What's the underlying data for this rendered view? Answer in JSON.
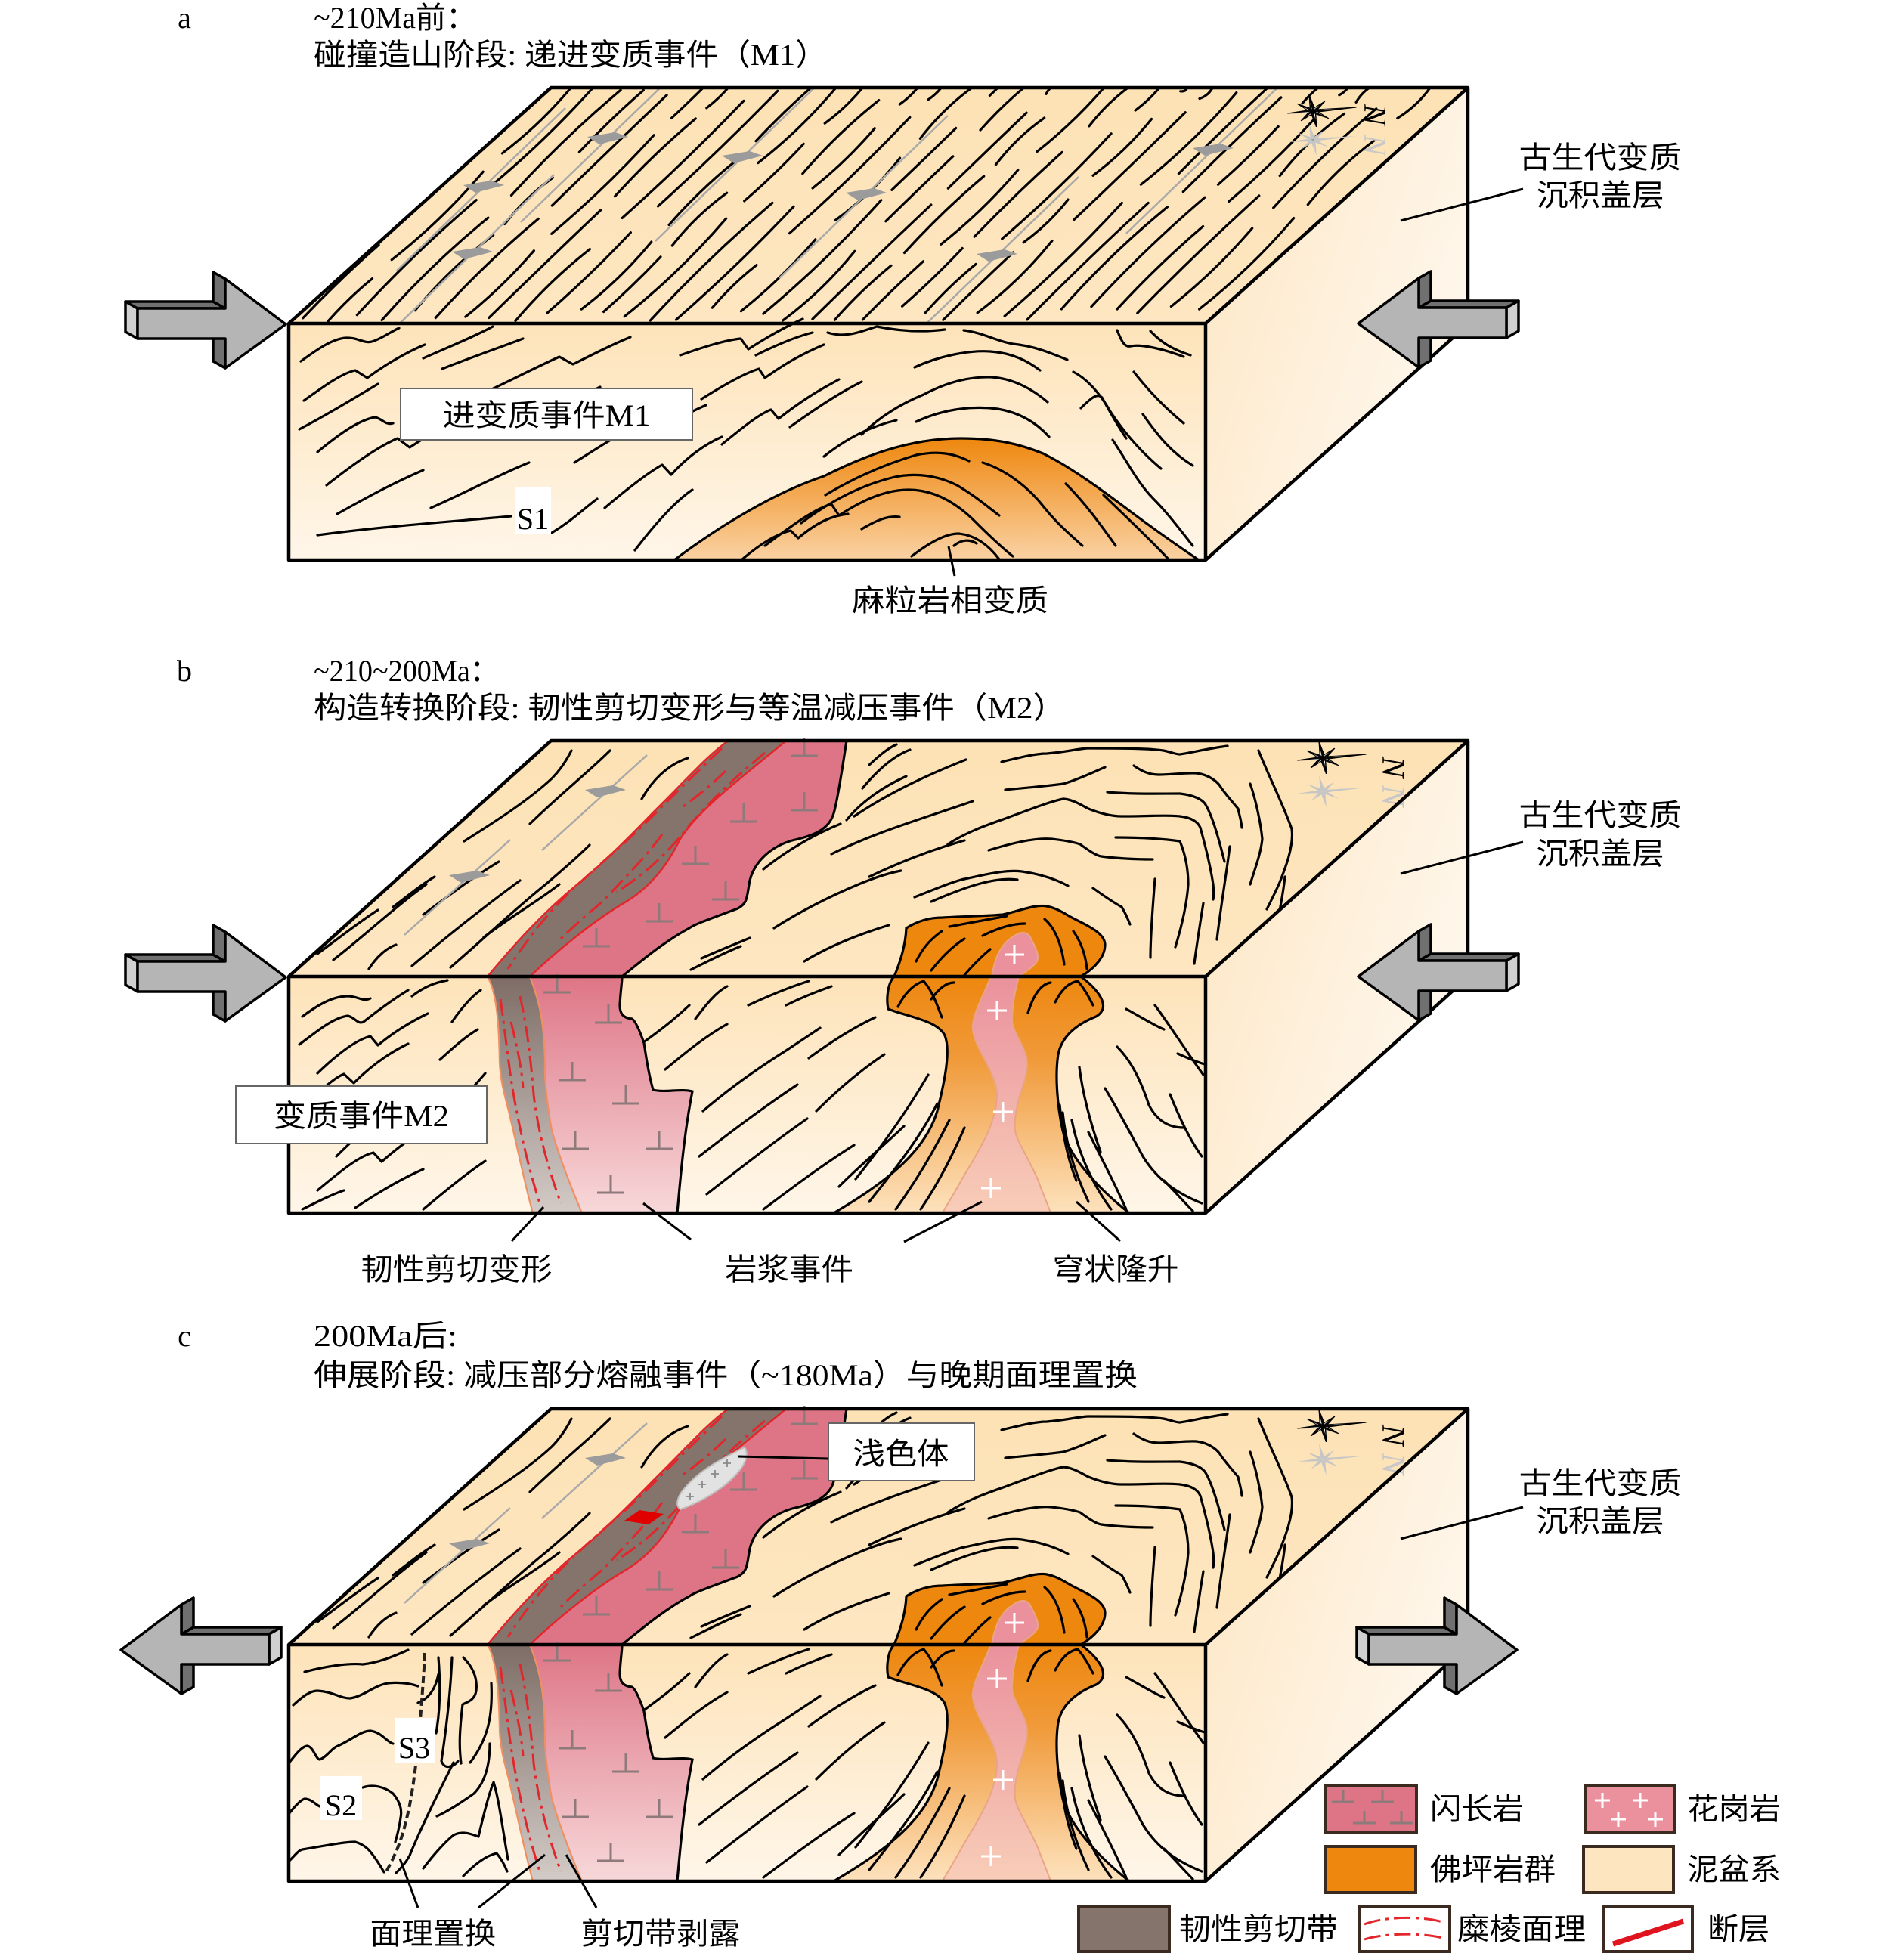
{
  "compass_label": "N",
  "panels": [
    {
      "label": "a",
      "title_line1": "~210Ma前：",
      "title_line2": "碰撞造山阶段: 递进变质事件（M1）",
      "arrows": "inward (compression)",
      "annotations": {
        "event_box": "进变质事件M1",
        "foliation": "S1",
        "granulite": "麻粒岩相变质",
        "cover_line1": "古生代变质",
        "cover_line2": "沉积盖层"
      }
    },
    {
      "label": "b",
      "title_line1": "~210~200Ma：",
      "title_line2": "构造转换阶段: 韧性剪切变形与等温减压事件（M2）",
      "arrows": "inward (compression)",
      "annotations": {
        "event_box": "变质事件M2",
        "ductile_shear": "韧性剪切变形",
        "magmatic": "岩浆事件",
        "dome_uplift": "穹状隆升",
        "cover_line1": "古生代变质",
        "cover_line2": "沉积盖层"
      }
    },
    {
      "label": "c",
      "title_line1": "200Ma后:",
      "title_line2": "伸展阶段: 减压部分熔融事件（~180Ma）与晚期面理置换",
      "arrows": "outward (extension)",
      "annotations": {
        "leucosome": "浅色体",
        "foliation_s3": "S3",
        "foliation_s2": "S2",
        "transposition": "面理置换",
        "shear_exhumation": "剪切带剥露",
        "cover_line1": "古生代变质",
        "cover_line2": "沉积盖层"
      }
    }
  ],
  "legend": {
    "items": [
      {
        "label": "闪长岩",
        "symbol": "t-mark",
        "color": "#de7586"
      },
      {
        "label": "花岗岩",
        "symbol": "plus-mark",
        "color": "#ea919d"
      },
      {
        "label": "佛坪岩群",
        "color": "#ee870e"
      },
      {
        "label": "泥盆系",
        "color": "#fde6bf"
      },
      {
        "label": "韧性剪切带",
        "color": "#85746c"
      },
      {
        "label": "糜棱面理",
        "color": "#e3262b"
      },
      {
        "label": "断层",
        "color": "#e0141e"
      }
    ]
  }
}
